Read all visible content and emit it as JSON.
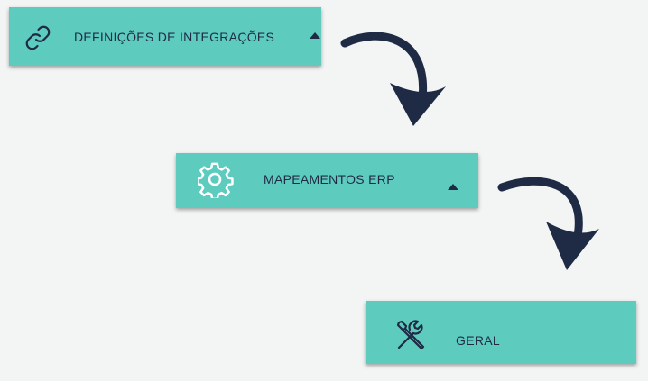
{
  "menu": {
    "integrations": {
      "label": "DEFINIÇÕES DE INTEGRAÇÕES",
      "icon": "link-icon",
      "expanded": true
    },
    "erp": {
      "label": "MAPEAMENTOS ERP",
      "icon": "gear-icon",
      "expanded": true
    },
    "geral": {
      "label": "GERAL",
      "icon": "tools-icon"
    }
  },
  "colors": {
    "button_bg": "#5ecbbf",
    "text": "#1f2a44",
    "arrow": "#1f2a44",
    "background": "#f2f5f4"
  }
}
